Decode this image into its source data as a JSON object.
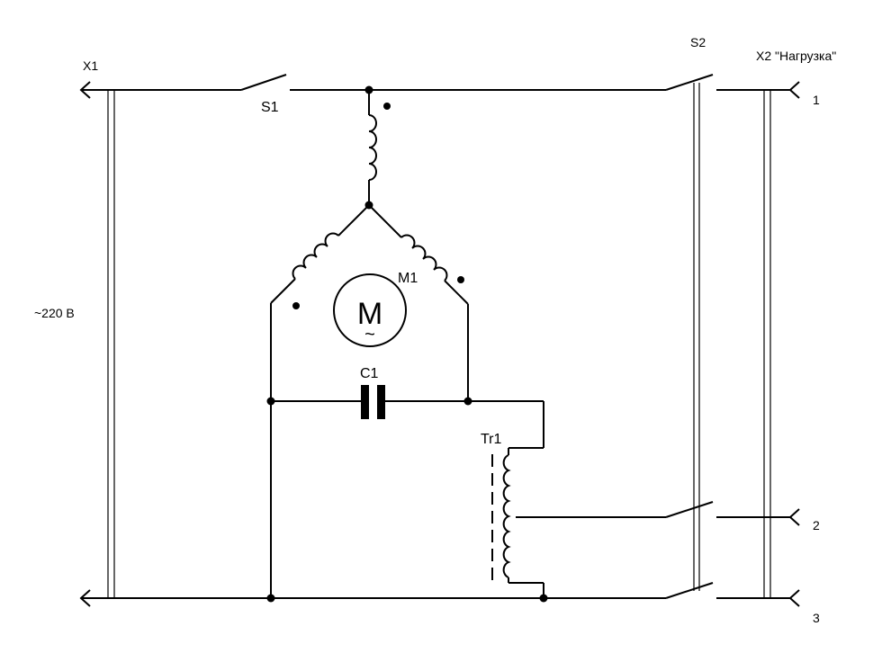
{
  "labels": {
    "x1": "X1",
    "x2": "X2 \"Нагрузка\"",
    "s1": "S1",
    "s2": "S2",
    "m1": "M1",
    "c1": "C1",
    "tr1": "Tr1",
    "voltage": "~220 В",
    "pin1": "1",
    "pin2": "2",
    "pin3": "3",
    "motor_symbol": "M",
    "motor_tilde": "~"
  }
}
